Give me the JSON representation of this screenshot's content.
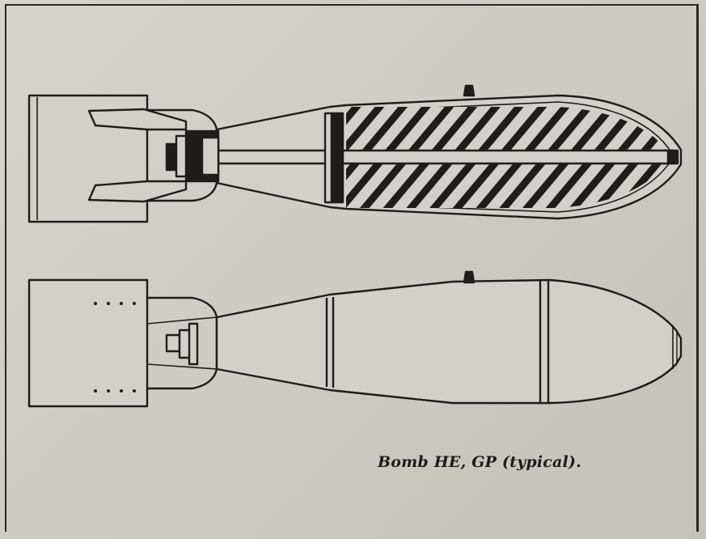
{
  "figure": {
    "caption": "Bomb HE, GP (typical).",
    "colors": {
      "ink": "#1e1d1c",
      "paper": "#d2d0cb"
    },
    "views": [
      "sectional-view",
      "external-view"
    ]
  }
}
